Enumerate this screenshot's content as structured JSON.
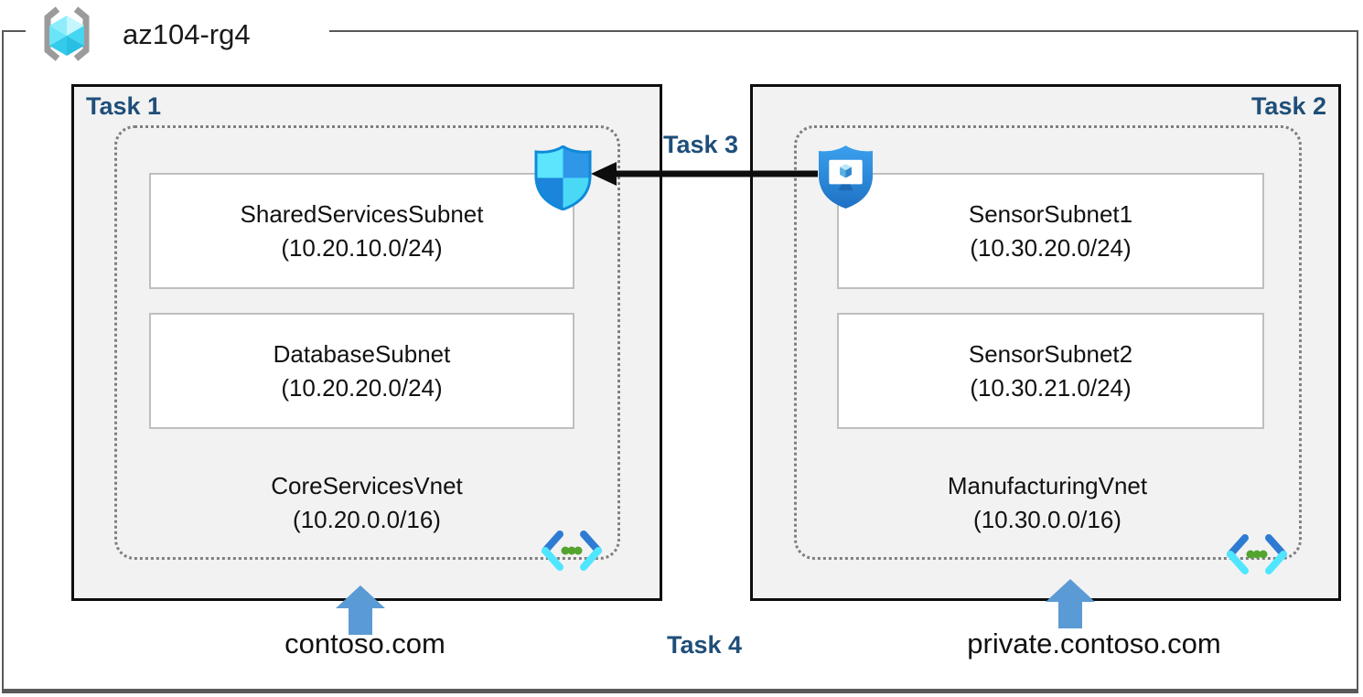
{
  "resource_group": {
    "name": "az104-rg4",
    "icon": "resource-group-icon"
  },
  "labels": {
    "task1": "Task 1",
    "task2": "Task 2",
    "task3": "Task 3",
    "task4": "Task 4"
  },
  "vnets": [
    {
      "task": "Task 1",
      "name": "CoreServicesVnet",
      "cidr": "(10.20.0.0/16)",
      "dns_label": "contoso.com",
      "subnets": [
        {
          "name": "SharedServicesSubnet",
          "cidr": "(10.20.10.0/24)"
        },
        {
          "name": "DatabaseSubnet",
          "cidr": "(10.20.20.0/24)"
        }
      ]
    },
    {
      "task": "Task 2",
      "name": "ManufacturingVnet",
      "cidr": "(10.30.0.0/16)",
      "dns_label": "private.contoso.com",
      "subnets": [
        {
          "name": "SensorSubnet1",
          "cidr": "(10.30.20.0/24)"
        },
        {
          "name": "SensorSubnet2",
          "cidr": "(10.30.21.0/24)"
        }
      ]
    }
  ],
  "connections": [
    {
      "label": "Task 3",
      "from_icon": "application-security-group-shield-icon",
      "to_icon": "network-security-group-shield-icon",
      "direction": "right-to-left"
    }
  ],
  "icons": {
    "resource_group": "resource-group-brackets-cube-icon",
    "nsg": "network-security-group-shield-icon",
    "asg": "application-security-group-shield-icon",
    "vnet": "virtual-network-chevrons-icon",
    "dns_arrow": "blue-up-block-arrow",
    "peering_arrow": "black-left-arrow"
  },
  "colors": {
    "task_label": "#1F4E79",
    "box_fill": "#F2F2F2",
    "box_border": "#0D0D0D",
    "rg_border": "#595959",
    "subnet_border": "#BFBFBF",
    "dotted_border": "#7F7F7F",
    "blue_arrow": "#5B9BD5",
    "nsg_light": "#50E6FF",
    "nsg_blue": "#1B84DB",
    "vnet_green_dots": "#52A42F"
  }
}
